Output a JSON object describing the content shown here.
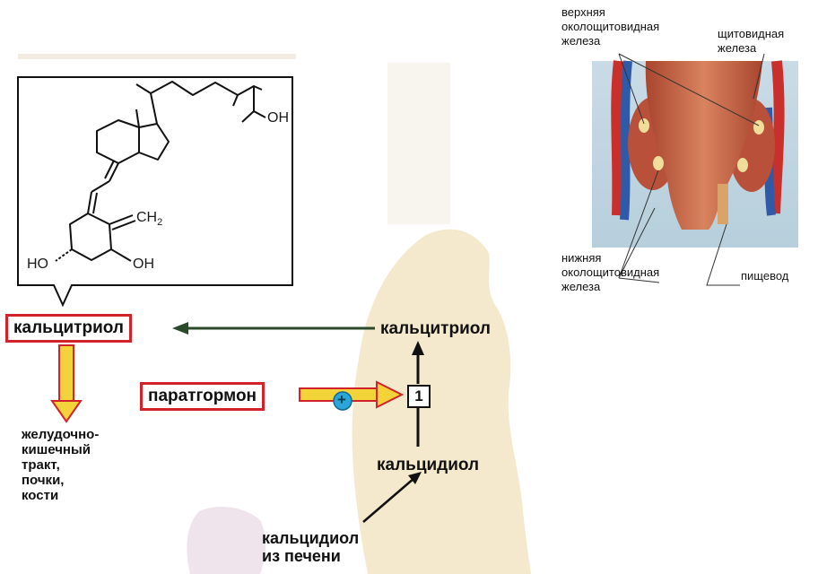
{
  "formula": {
    "oh_chain": "OH",
    "ch2": "CH",
    "ch2_sub": "2",
    "ho_ring": "HO",
    "oh_ring": "OH"
  },
  "left": {
    "calcitriol_box": "кальцитриол",
    "targets": [
      "желудочно-",
      "кишечный",
      "тракт,",
      "почки,",
      "кости"
    ],
    "parathormone_box": "паратгормон",
    "plus_symbol": "+"
  },
  "kidney": {
    "calcitriol": "кальцитриол",
    "step_number": "1",
    "calcidiol": "кальцидиол",
    "calcidiol_liver": [
      "кальцидиол",
      "из печени"
    ]
  },
  "anatomy": {
    "upper_parathyroid": [
      "верхняя",
      "околощитовидная",
      "железа"
    ],
    "thyroid": [
      "щитовидная",
      "железа"
    ],
    "lower_parathyroid": [
      "нижняя",
      "околощитовидная",
      "железа"
    ],
    "esophagus": "пищевод"
  },
  "colors": {
    "red_border": "#d2232a",
    "yellow_arrow": "#f2d43a",
    "kidney": "#f3e7cc",
    "plus_circle": "#2aa7d8"
  }
}
